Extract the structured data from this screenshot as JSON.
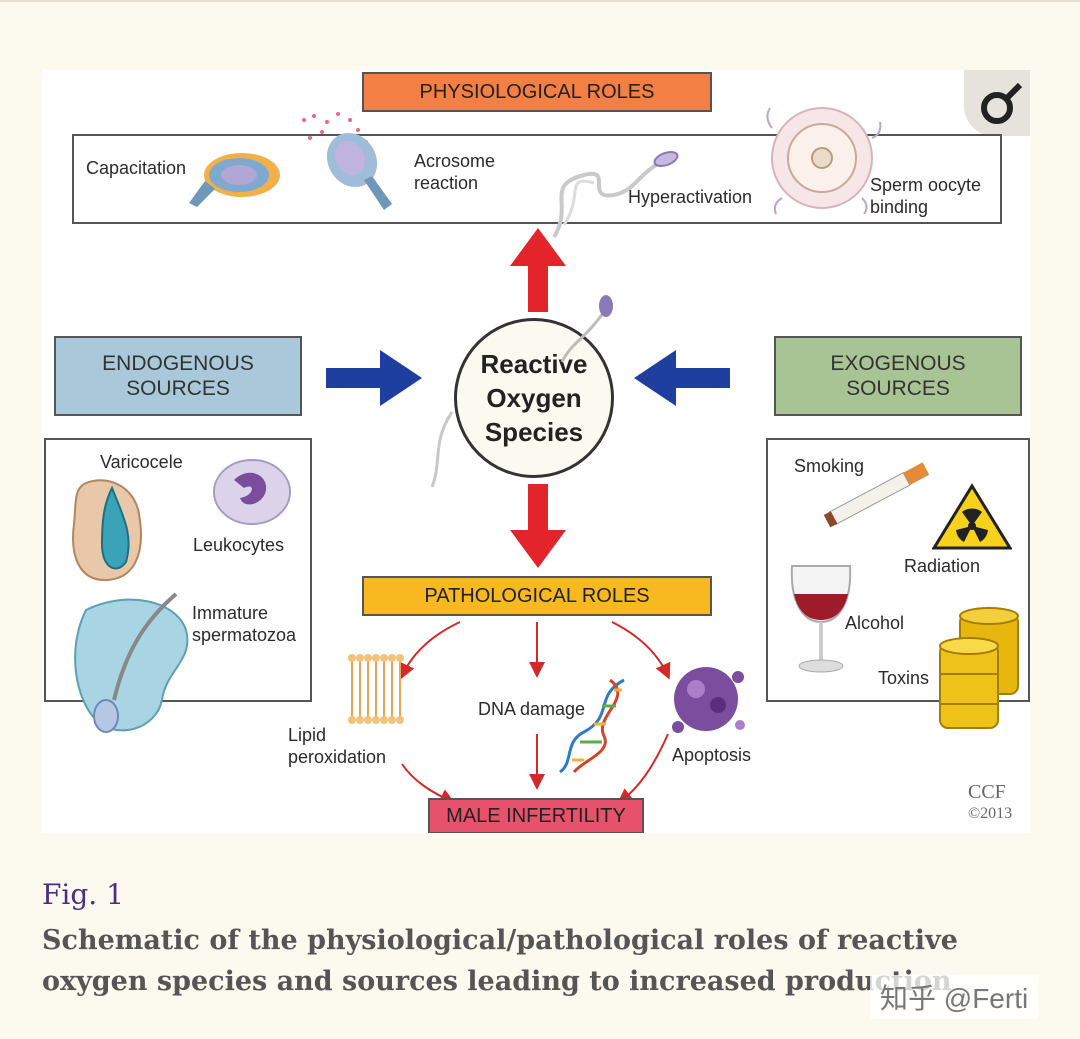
{
  "figure": {
    "physiological_header": "PHYSIOLOGICAL ROLES",
    "physiological_items": [
      "Capacitation",
      "Acrosome reaction",
      "Hyperactivation",
      "Sperm oocyte binding"
    ],
    "center": [
      "Reactive",
      "Oxygen",
      "Species"
    ],
    "endogenous_header": [
      "ENDOGENOUS",
      "SOURCES"
    ],
    "endogenous_items": [
      "Varicocele",
      "Leukocytes",
      "Immature spermatozoa"
    ],
    "exogenous_header": [
      "EXOGENOUS",
      "SOURCES"
    ],
    "exogenous_items": [
      "Smoking",
      "Radiation",
      "Alcohol",
      "Toxins"
    ],
    "pathological_header": "PATHOLOGICAL ROLES",
    "pathological_items": [
      "Lipid peroxidation",
      "DNA damage",
      "Apoptosis"
    ],
    "outcome": "MALE INFERTILITY",
    "copyright": [
      "CCF",
      "©2013"
    ]
  },
  "caption": {
    "number": "Fig. 1",
    "text": "Schematic of the physiological/pathological roles of reactive oxygen species and sources leading to increased production"
  },
  "watermark": {
    "account_text": "知乎 @Ferti"
  },
  "colors": {
    "physiological": "#f47f45",
    "pathological": "#f8b820",
    "infertility": "#e8516b",
    "endogenous": "#a9c9da",
    "exogenous": "#a9c494",
    "arrow_red": "#e3242b",
    "arrow_blue": "#1e3fa0",
    "caption_number": "#4a2d8a"
  }
}
